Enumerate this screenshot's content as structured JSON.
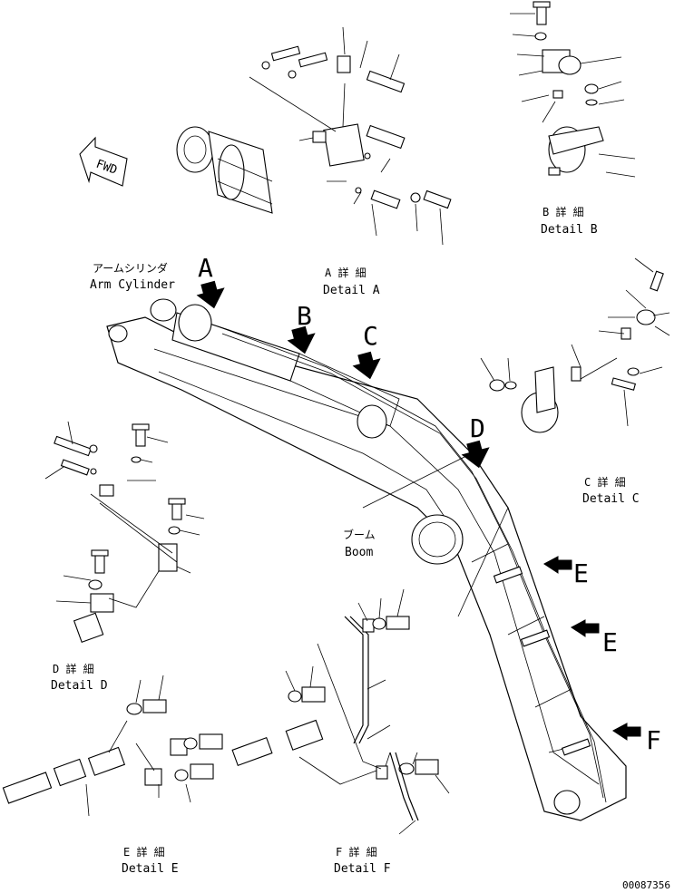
{
  "labels": {
    "fwd": "FWD",
    "arm_cylinder_jp": "アームシリンダ",
    "arm_cylinder_en": "Arm Cylinder",
    "boom_jp": "ブーム",
    "boom_en": "Boom",
    "detail_a_jp": "A 詳 細",
    "detail_a_en": "Detail A",
    "detail_b_jp": "B 詳 細",
    "detail_b_en": "Detail B",
    "detail_c_jp": "C 詳 細",
    "detail_c_en": "Detail C",
    "detail_d_jp": "D 詳 細",
    "detail_d_en": "Detail D",
    "detail_e_jp": "E 詳 細",
    "detail_e_en": "Detail E",
    "detail_f_jp": "F 詳 細",
    "detail_f_en": "Detail F",
    "drawing_number": "00087356"
  },
  "callouts": {
    "a": "A",
    "b": "B",
    "c": "C",
    "d": "D",
    "e1": "E",
    "e2": "E",
    "f": "F"
  }
}
